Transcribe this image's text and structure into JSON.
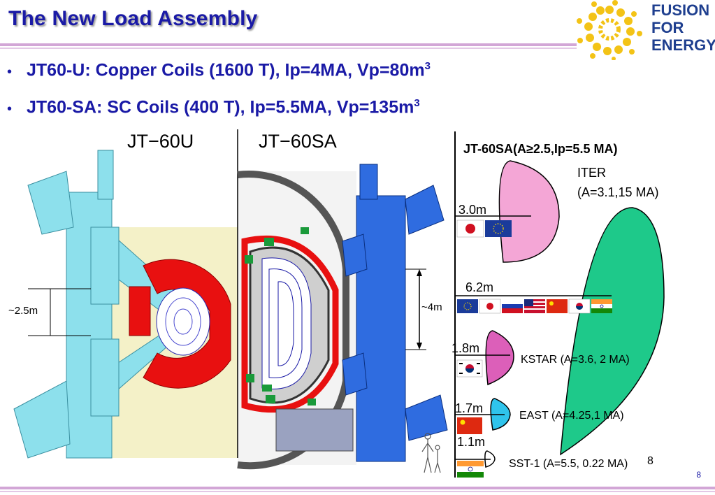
{
  "header": {
    "title": "The New Load Assembly",
    "logo_lines": [
      "FUSION",
      "FOR",
      "ENERGY"
    ]
  },
  "bullets": [
    {
      "text": "JT60-U: Copper Coils (1600 T), Ip=4MA, Vp=80m",
      "sup": "3"
    },
    {
      "text": "JT60-SA: SC Coils (400 T), Ip=5.5MA, Vp=135m",
      "sup": "3"
    }
  ],
  "diagram": {
    "jt60u_label": "JT−60U",
    "jt60sa_label": "JT−60SA",
    "dim_left": "~2.5m",
    "dim_right": "~4m"
  },
  "comparison": {
    "title": "JT-60SA(A≥2.5,Ip=5.5 MA)",
    "iter_line1": "ITER",
    "iter_line2": "(A=3.1,15 MA)",
    "size_jt60sa": "3.0m",
    "size_iter": "6.2m",
    "size_kstar": "1.8m",
    "size_east": "1.7m",
    "size_sst": "1.1m",
    "kstar": "KSTAR (A=3.6, 2 MA)",
    "east": "EAST (A=4.25,1 MA)",
    "sst": "SST-1 (A=5.5, 0.22 MA)",
    "stray": "8"
  },
  "colors": {
    "title": "#1a1aa6",
    "jt60sa_shape": "#f4a6d6",
    "iter_shape": "#1ec98a",
    "kstar_shape": "#dc5fb9",
    "east_shape": "#2fc4ec",
    "cyan_machine": "#8de0ec",
    "red_coils": "#e81010",
    "blue_machine": "#2f6ce0"
  },
  "footer": {
    "page": "8"
  }
}
